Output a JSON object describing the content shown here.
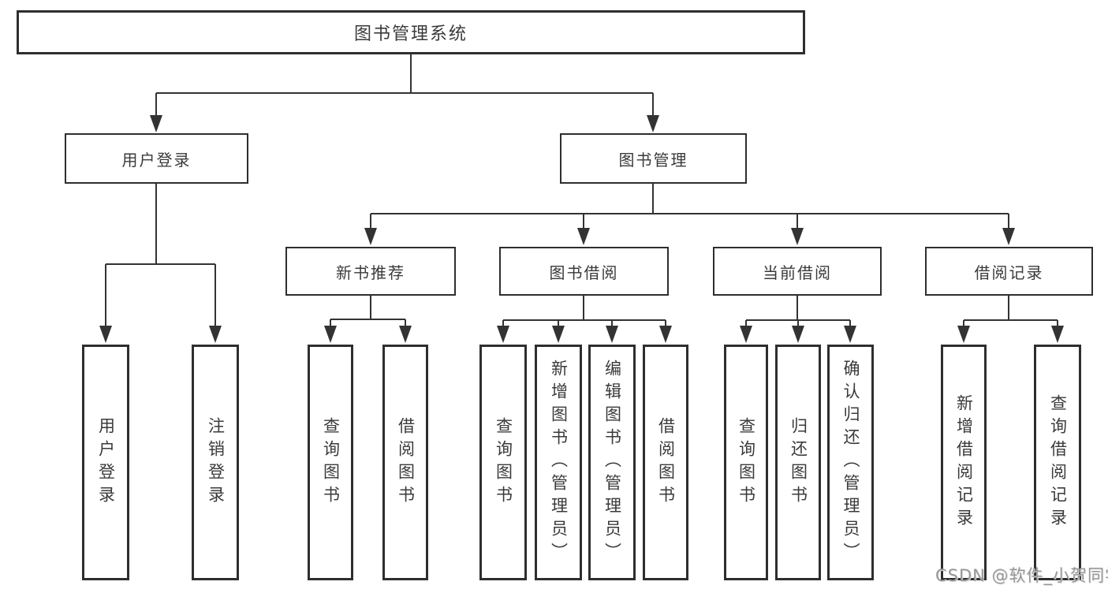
{
  "nodes": {
    "root": "图书管理系统",
    "user_login": "用户登录",
    "book_mgmt": "图书管理",
    "new_rec": "新书推荐",
    "book_borrow": "图书借阅",
    "current_borrow": "当前借阅",
    "borrow_records": "借阅记录",
    "leaf_user_login": "用户登录",
    "leaf_logout": "注销登录",
    "leaf_rec_query": "查询图书",
    "leaf_rec_borrow": "借阅图书",
    "leaf_bb_query": "查询图书",
    "leaf_bb_add": "新增图书（管理员）",
    "leaf_bb_edit": "编辑图书（管理员）",
    "leaf_bb_borrow": "借阅图书",
    "leaf_cb_query": "查询图书",
    "leaf_cb_return": "归还图书",
    "leaf_cb_confirm": "确认归还（管理员）",
    "leaf_br_add": "新增借阅记录",
    "leaf_br_query": "查询借阅记录"
  },
  "watermark": "CSDN @软件_小贺同学",
  "colors": {
    "line": "#333333",
    "box_border": "#2e2e2e",
    "text": "#3a3a3a",
    "watermark": "#989898",
    "background": "#ffffff"
  }
}
